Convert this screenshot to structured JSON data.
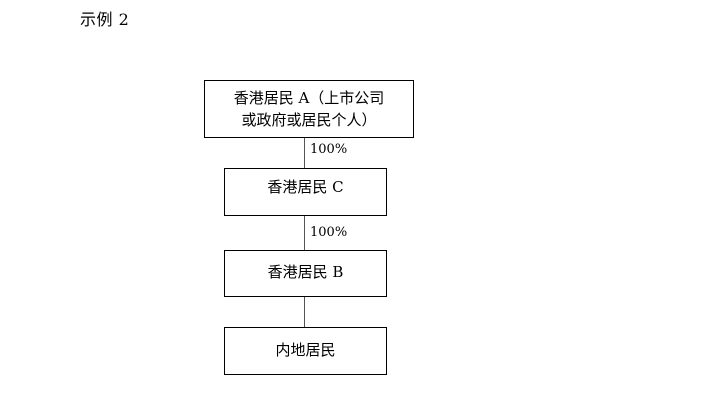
{
  "document": {
    "title": "示例 2",
    "background_color": "#ffffff",
    "text_color": "#000000",
    "line_color": "#000000"
  },
  "diagram": {
    "type": "ownership-flowchart",
    "orientation": "vertical",
    "nodes": [
      {
        "id": "node-a",
        "label": "香港居民 A（上市公司\n或政府或居民个人）",
        "line1": "香港居民 A（上市公司",
        "line2": "或政府或居民个人）"
      },
      {
        "id": "node-c",
        "label": "香港居民 C"
      },
      {
        "id": "node-b",
        "label": "香港居民 B"
      },
      {
        "id": "node-d",
        "label": "内地居民"
      }
    ],
    "edges": [
      {
        "from": "node-a",
        "to": "node-c",
        "label": "100%"
      },
      {
        "from": "node-c",
        "to": "node-b",
        "label": "100%"
      },
      {
        "from": "node-b",
        "to": "node-d",
        "label": ""
      }
    ]
  }
}
